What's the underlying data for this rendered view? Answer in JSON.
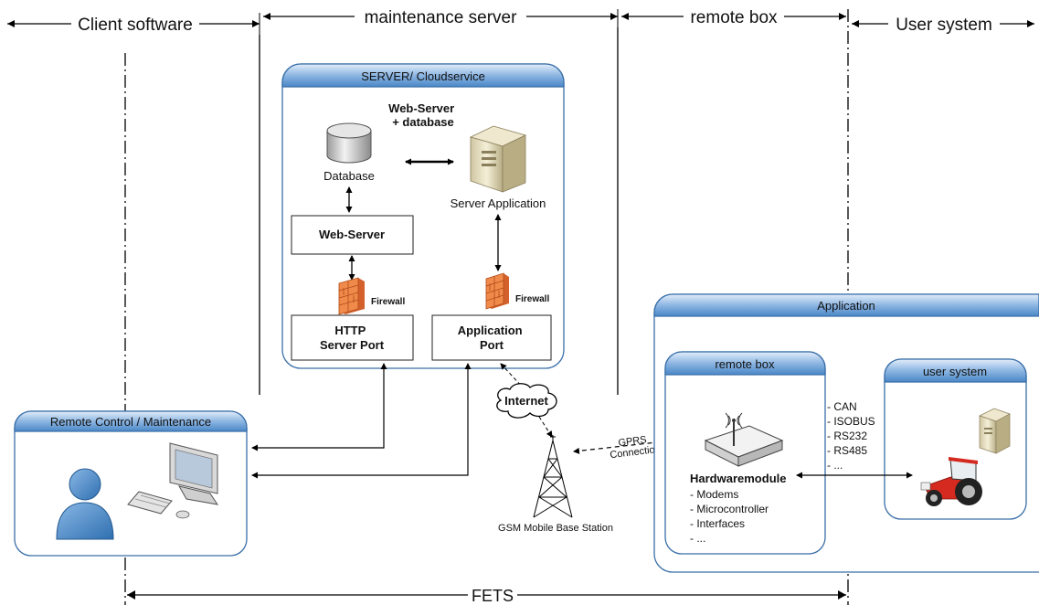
{
  "zones": {
    "client_software": "Client software",
    "maintenance_server": "maintenance server",
    "remote_box": "remote box",
    "user_system": "User system",
    "fets": "FETS"
  },
  "server_panel": {
    "title": "SERVER/ Cloudservice",
    "web_server_db_label": "Web-Server\n+ database",
    "database_label": "Database",
    "server_app_label": "Server Application",
    "web_server_box": "Web-Server",
    "firewall1": "Firewall",
    "firewall2": "Firewall",
    "http_port": "HTTP\nServer Port",
    "app_port": "Application\nPort"
  },
  "remote_control": {
    "title": "Remote Control / Maintenance"
  },
  "internet": "Internet",
  "gprs": "GPRS\nConnection",
  "gsm": "GSM Mobile Base Station",
  "application_panel": {
    "title": "Application",
    "remote_box_title": "remote box",
    "user_system_title": "user system",
    "hardware_title": "Hardwaremodule",
    "hardware_items": [
      "- Modems",
      "- Microcontroller",
      "- Interfaces",
      "- ..."
    ],
    "interfaces": [
      "- CAN",
      "- ISOBUS",
      "- RS232",
      "- RS485",
      "- ..."
    ]
  },
  "colors": {
    "panel_header_top": "#d6e6f7",
    "panel_header_bottom": "#4e8fd0",
    "panel_border": "#3a6fa8",
    "firewall": "#e8743b",
    "person": "#4f8cc9",
    "tractor": "#d42a1f"
  }
}
